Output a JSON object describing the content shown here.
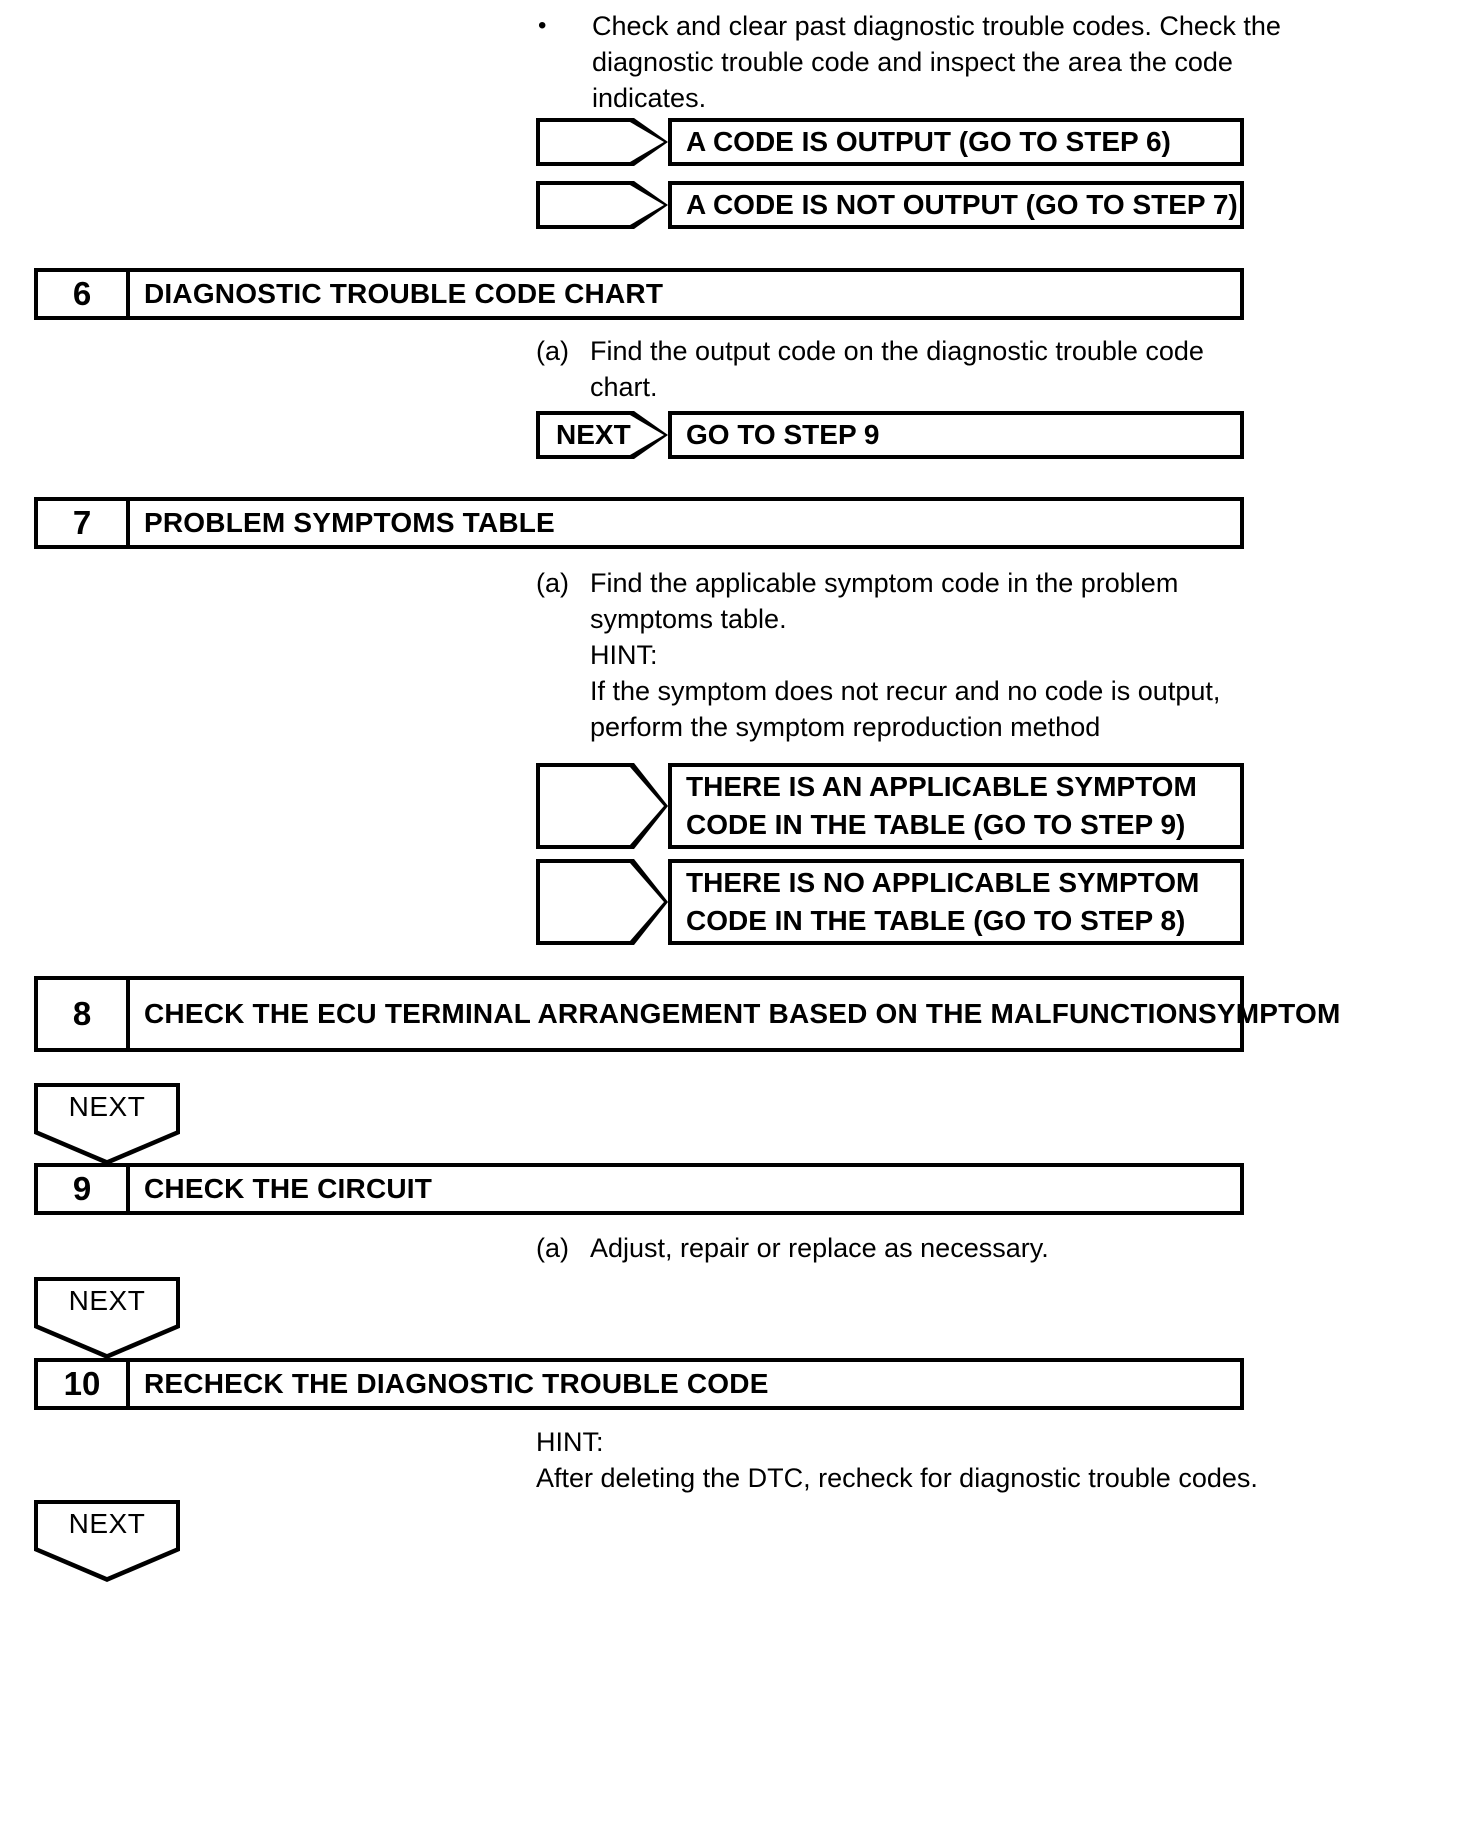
{
  "document": {
    "type": "diagnostic-flowchart",
    "title": "Diagnostic Trouble Code Inspection Procedure"
  },
  "blocks": {
    "intro_bullet": {
      "marker": "•",
      "lines": [
        "Check and clear past diagnostic trouble codes. Check the",
        "diagnostic trouble code and inspect the area the code",
        "indicates."
      ]
    },
    "result_a_code_output": {
      "arrow_label": "",
      "lines": [
        "A CODE IS OUTPUT (GO TO STEP 6)"
      ]
    },
    "result_a_code_not_output": {
      "arrow_label": "",
      "lines": [
        "A CODE IS NOT OUTPUT (GO TO STEP 7)"
      ]
    },
    "step6": {
      "number": "6",
      "title_lines": [
        "DIAGNOSTIC TROUBLE CODE CHART"
      ]
    },
    "step6_para": {
      "marker": "(a)",
      "lines": [
        "Find the output code on the diagnostic trouble code",
        "chart."
      ]
    },
    "step6_next": {
      "arrow_label": "NEXT",
      "lines": [
        "GO TO STEP 9"
      ]
    },
    "step7": {
      "number": "7",
      "title_lines": [
        "PROBLEM SYMPTOMS TABLE"
      ]
    },
    "step7_para": {
      "marker": "(a)",
      "lines": [
        "Find the applicable symptom code in the problem",
        "symptoms table.",
        "HINT:",
        "If the symptom does not recur and no code is output,",
        "perform the symptom reproduction method"
      ]
    },
    "result_symptom_yes": {
      "arrow_label": "",
      "lines": [
        "THERE IS AN APPLICABLE SYMPTOM",
        "CODE IN THE TABLE (GO TO STEP 9)"
      ]
    },
    "result_symptom_no": {
      "arrow_label": "",
      "lines": [
        "THERE IS NO APPLICABLE SYMPTOM",
        "CODE IN THE TABLE (GO TO STEP 8)"
      ]
    },
    "step8": {
      "number": "8",
      "title_lines": [
        "CHECK THE ECU TERMINAL ARRANGEMENT BASED ON THE MALFUNCTION",
        "SYMPTOM"
      ]
    },
    "next_after_8": {
      "label": "NEXT"
    },
    "step9": {
      "number": "9",
      "title_lines": [
        "CHECK THE CIRCUIT"
      ]
    },
    "step9_para": {
      "marker": "(a)",
      "lines": [
        "Adjust, repair or replace as necessary."
      ]
    },
    "next_after_9": {
      "label": "NEXT"
    },
    "step10": {
      "number": "10",
      "title_lines": [
        "RECHECK THE DIAGNOSTIC TROUBLE CODE"
      ]
    },
    "step10_para": {
      "marker": "",
      "lines": [
        "HINT:",
        "After deleting the DTC, recheck for diagnostic trouble codes."
      ]
    },
    "next_after_10": {
      "label": "NEXT"
    }
  },
  "colors": {
    "ink": "#000000",
    "paper": "#ffffff"
  }
}
